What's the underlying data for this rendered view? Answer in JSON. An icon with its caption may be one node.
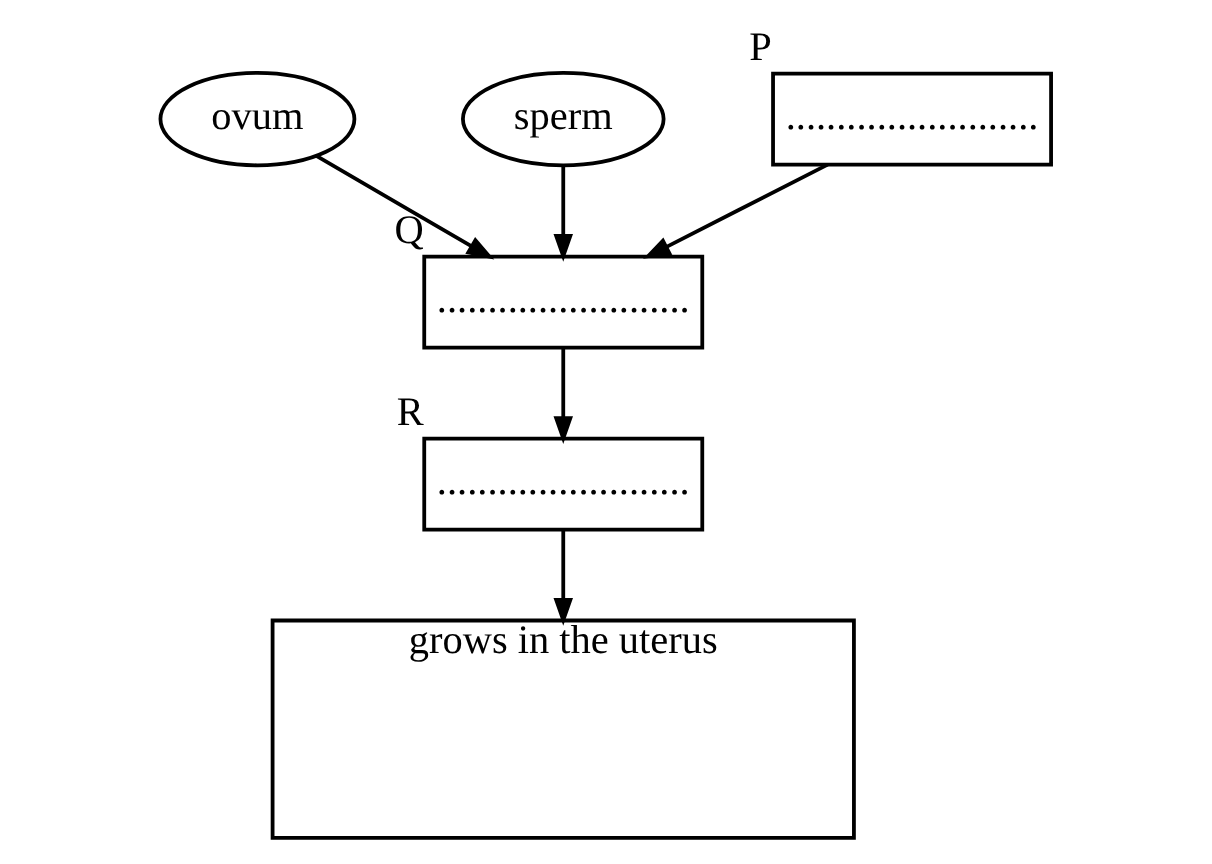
{
  "diagram": {
    "nodes": [
      {
        "text": [
          "ovum"
        ]
      },
      {
        "text": [
          "sperm"
        ]
      },
      {
        "text": [
          "........................."
        ],
        "beside": [
          "P"
        ]
      },
      {
        "text": [
          "........................."
        ],
        "beside": [
          "Q"
        ]
      },
      {
        "text": [
          "........................."
        ],
        "beside": [
          "R"
        ]
      },
      {
        "text": [
          "grows in the uterus"
        ]
      }
    ],
    "edges": [
      {
        "from": 0,
        "to": 3,
        "arrow": "to"
      },
      {
        "from": 1,
        "to": 3,
        "arrow": "to"
      },
      {
        "from": 2,
        "to": 3,
        "arrow": "to"
      },
      {
        "from": 3,
        "to": 4,
        "arrow": "to"
      },
      {
        "from": 4,
        "to": 5,
        "arrow": "to"
      }
    ]
  }
}
